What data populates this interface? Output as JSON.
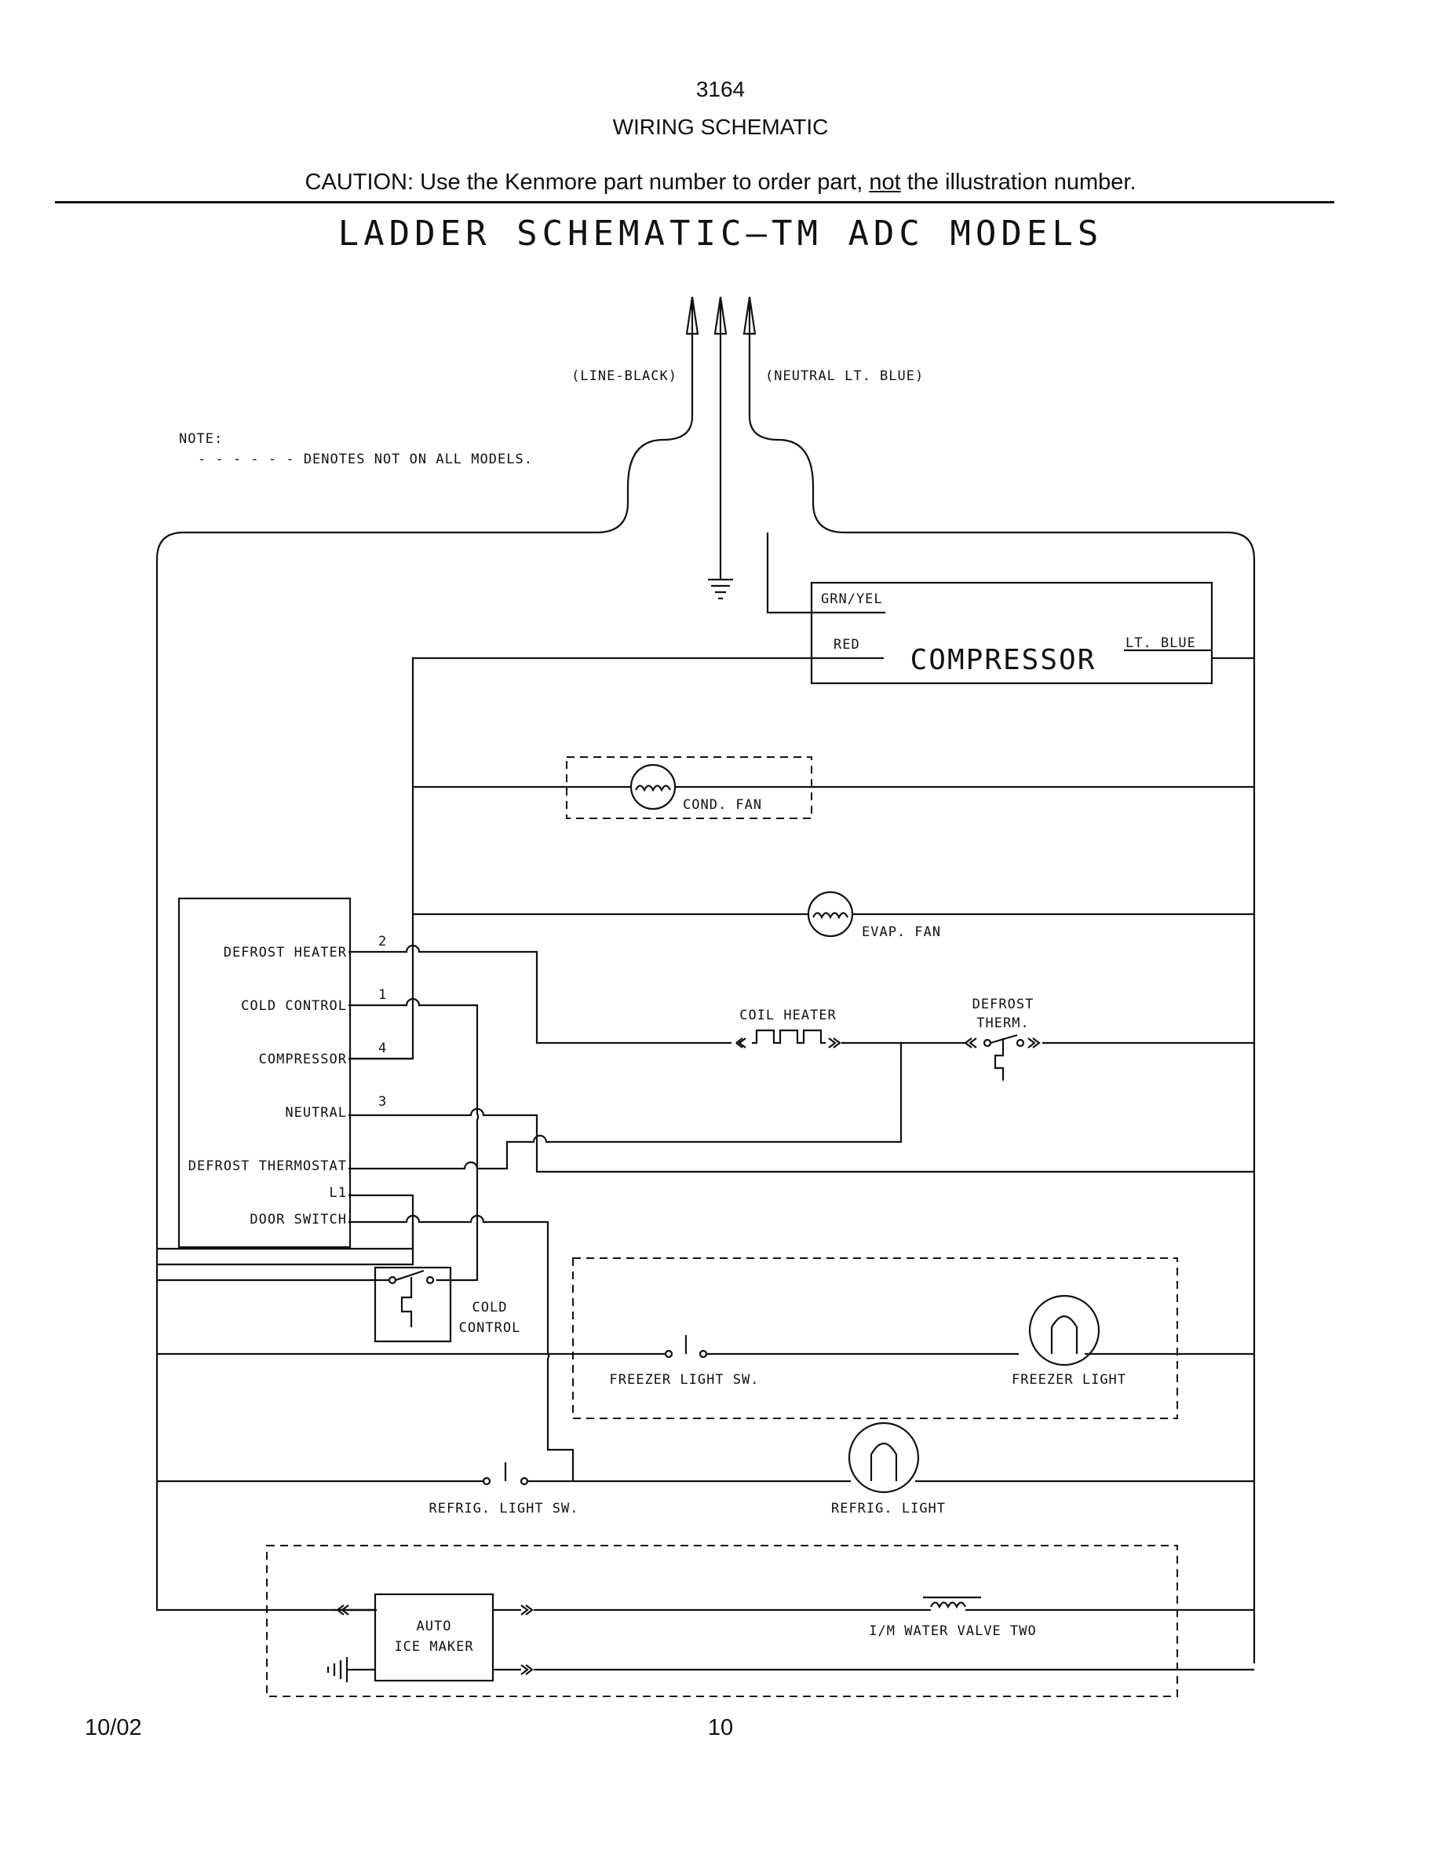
{
  "header": {
    "doc_number": "3164",
    "doc_title": "WIRING SCHEMATIC",
    "caution_prefix": "CAUTION: Use the Kenmore part number to order part, ",
    "caution_emph": "not",
    "caution_suffix": " the illustration number."
  },
  "diagram": {
    "title": "LADDER SCHEMATIC—TM ADC MODELS",
    "line_label": "(LINE-BLACK)",
    "neutral_label": "(NEUTRAL LT. BLUE)",
    "note_title": "NOTE:",
    "note_text": "- - - - - - DENOTES NOT ON ALL MODELS.",
    "compressor": {
      "name": "COMPRESSOR",
      "grn_yel": "GRN/YEL",
      "red": "RED",
      "lt_blue": "LT. BLUE"
    },
    "cond_fan": "COND. FAN",
    "evap_fan": "EVAP. FAN",
    "coil_heater": "COIL HEATER",
    "defrost_therm_1": "DEFROST",
    "defrost_therm_2": "THERM.",
    "timer": {
      "terminals": [
        {
          "label": "DEFROST HEATER",
          "num": "2"
        },
        {
          "label": "COLD CONTROL",
          "num": "1"
        },
        {
          "label": "COMPRESSOR",
          "num": "4"
        },
        {
          "label": "NEUTRAL",
          "num": "3"
        },
        {
          "label": "DEFROST THERMOSTAT",
          "num": ""
        },
        {
          "label": "L1",
          "num": ""
        },
        {
          "label": "DOOR SWITCH",
          "num": ""
        }
      ]
    },
    "cold_control_1": "COLD",
    "cold_control_2": "CONTROL",
    "freezer_light_sw": "FREEZER LIGHT SW.",
    "freezer_light": "FREEZER LIGHT",
    "refrig_light_sw": "REFRIG. LIGHT SW.",
    "refrig_light": "REFRIG. LIGHT",
    "ice_maker_1": "AUTO",
    "ice_maker_2": "ICE MAKER",
    "water_valve": "I/M WATER VALVE TWO"
  },
  "footer": {
    "date": "10/02",
    "page": "10"
  }
}
